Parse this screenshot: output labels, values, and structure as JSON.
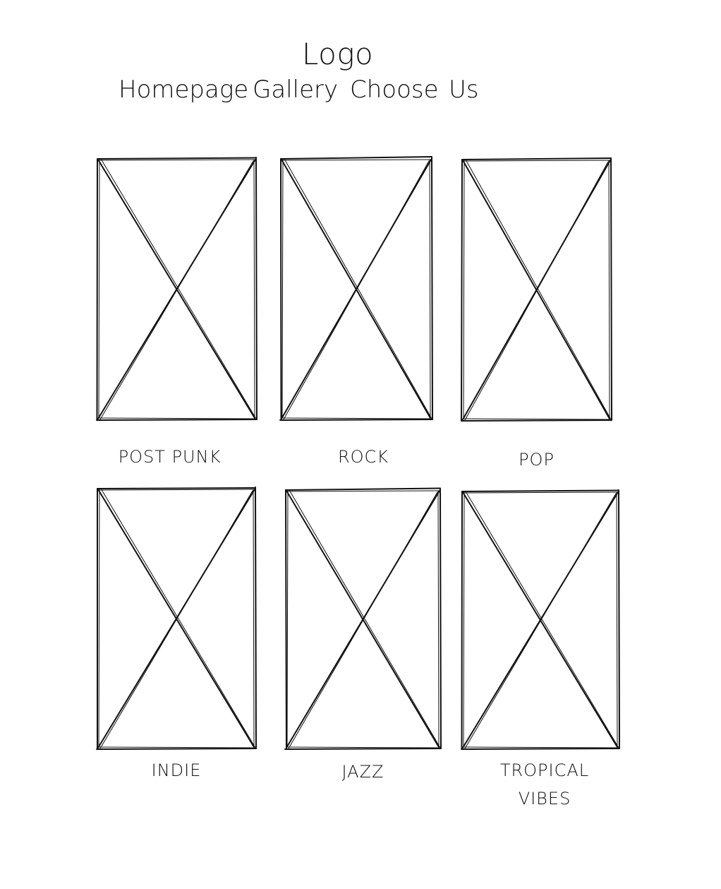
{
  "header": {
    "logo": "Logo",
    "nav": [
      {
        "label": "Homepage"
      },
      {
        "label": "Gallery"
      },
      {
        "label": "Choose"
      },
      {
        "label": "Us"
      }
    ]
  },
  "gallery": {
    "items": [
      {
        "label": "POST PUNK"
      },
      {
        "label": "ROCK"
      },
      {
        "label": "POP"
      },
      {
        "label": "INDIE"
      },
      {
        "label": "JAZZ"
      },
      {
        "label": "TROPICAL\nVIBES"
      }
    ]
  },
  "colors": {
    "ink": "#111111",
    "background": "#ffffff"
  }
}
